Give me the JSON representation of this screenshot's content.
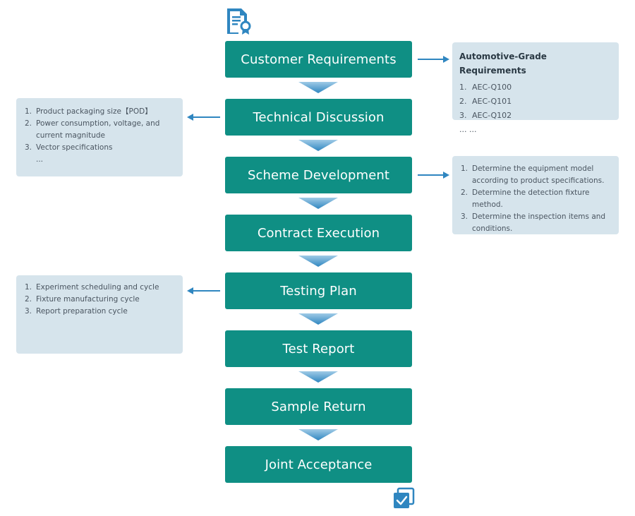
{
  "colors": {
    "step_fill": "#0f8f84",
    "arrow": "#3a8fc0",
    "note_bg": "#d6e4ec",
    "icon": "#2f86c0"
  },
  "icons": {
    "top": "document-certificate-icon",
    "bottom": "checked-stack-icon"
  },
  "steps": [
    "Customer Requirements",
    "Technical Discussion",
    "Scheme Development",
    "Contract Execution",
    "Testing Plan",
    "Test Report",
    "Sample Return",
    "Joint Acceptance"
  ],
  "notes": {
    "automotive": {
      "title": "Automotive-Grade Requirements",
      "items": [
        {
          "n": "1.",
          "t": "AEC-Q100"
        },
        {
          "n": "2.",
          "t": "AEC-Q101"
        },
        {
          "n": "3.",
          "t": "AEC-Q102"
        }
      ],
      "ellipsis": "... ..."
    },
    "technical": {
      "items": [
        {
          "n": "1.",
          "t": "Product packaging size【POD】"
        },
        {
          "n": "2.",
          "t": "Power consumption, voltage, and current magnitude"
        },
        {
          "n": "3.",
          "t": "Vector specifications"
        }
      ],
      "ellipsis": "..."
    },
    "scheme": {
      "items": [
        {
          "n": "1.",
          "t": "Determine the equipment model according to product specifications."
        },
        {
          "n": "2.",
          "t": "Determine the detection fixture method."
        },
        {
          "n": "3.",
          "t": "Determine the inspection items and conditions."
        }
      ]
    },
    "testing": {
      "items": [
        {
          "n": "1.",
          "t": "Experiment scheduling and cycle"
        },
        {
          "n": "2.",
          "t": "Fixture manufacturing cycle"
        },
        {
          "n": "3.",
          "t": "Report preparation cycle"
        }
      ]
    }
  }
}
